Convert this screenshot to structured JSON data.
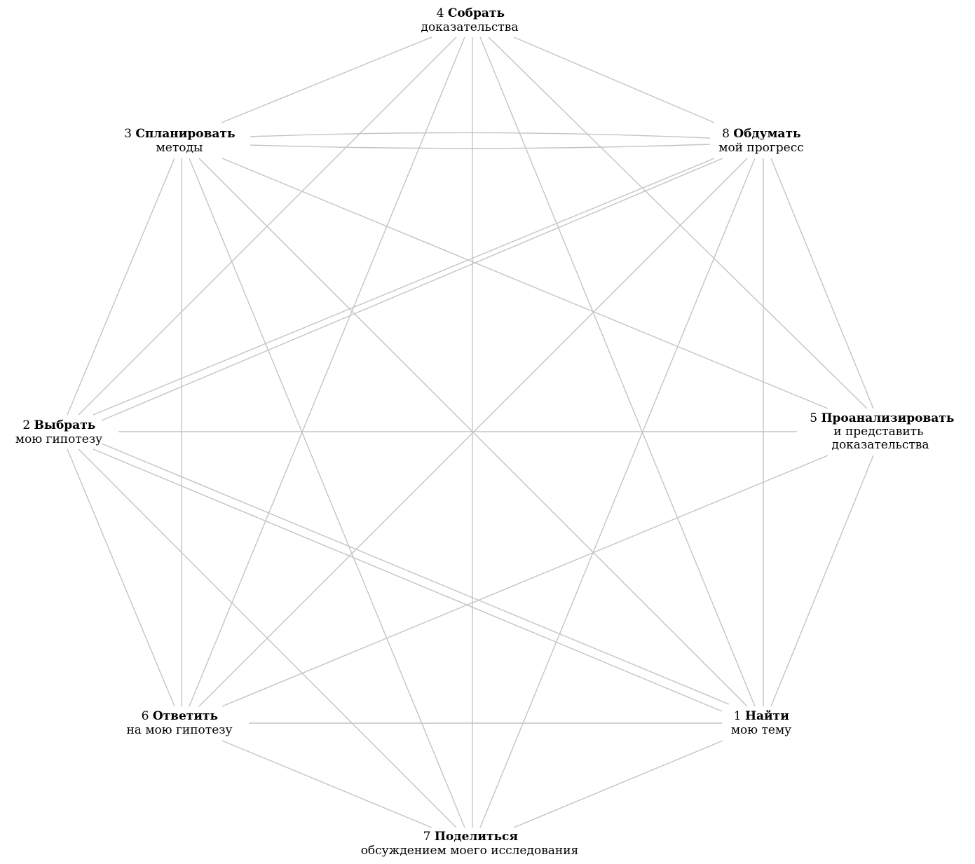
{
  "diagram": {
    "nodes": [
      {
        "id": "n1",
        "number": "1",
        "verb": "Найти",
        "lines": [
          "мою тему"
        ]
      },
      {
        "id": "n2",
        "number": "2",
        "verb": "Выбрать",
        "lines": [
          "мою гипотезу"
        ]
      },
      {
        "id": "n3",
        "number": "3",
        "verb": "Спланировать",
        "lines": [
          "методы"
        ]
      },
      {
        "id": "n4",
        "number": "4",
        "verb": "Собрать",
        "lines": [
          "доказательства"
        ]
      },
      {
        "id": "n5",
        "number": "5",
        "verb": "Проанализировать",
        "lines": [
          "и представить",
          "доказательства"
        ]
      },
      {
        "id": "n6",
        "number": "6",
        "verb": "Ответить",
        "lines": [
          "на мою гипотезу"
        ]
      },
      {
        "id": "n7",
        "number": "7",
        "verb": "Поделиться",
        "lines": [
          "обсуждением моего исследования"
        ]
      },
      {
        "id": "n8",
        "number": "8",
        "verb": "Обдумать",
        "lines": [
          "мой прогресс"
        ]
      }
    ],
    "edge_color": "#c4c4c4"
  }
}
